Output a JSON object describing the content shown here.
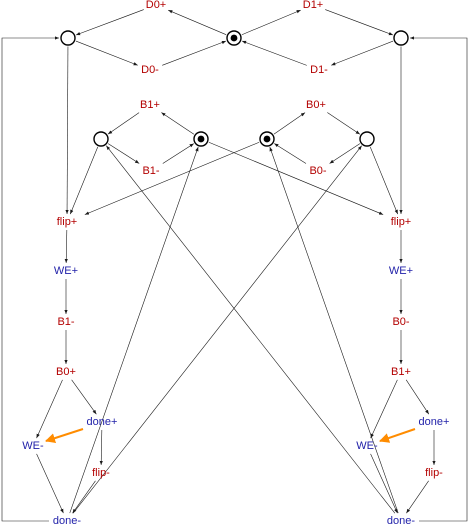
{
  "colors": {
    "red": "#b30000",
    "blue": "#1f1fa8",
    "arc": "#1a1a1a",
    "highlight": "#ff8c00"
  },
  "transitions": [
    {
      "id": "D0p",
      "label": "D0+",
      "color": "red"
    },
    {
      "id": "D0m",
      "label": "D0-",
      "color": "red"
    },
    {
      "id": "D1p",
      "label": "D1+",
      "color": "red"
    },
    {
      "id": "D1m",
      "label": "D1-",
      "color": "red"
    },
    {
      "id": "B1pT",
      "label": "B1+",
      "color": "red"
    },
    {
      "id": "B1mT",
      "label": "B1-",
      "color": "red"
    },
    {
      "id": "B0pT",
      "label": "B0+",
      "color": "red"
    },
    {
      "id": "B0mT",
      "label": "B0-",
      "color": "red"
    },
    {
      "id": "flipL",
      "label": "flip+",
      "color": "red"
    },
    {
      "id": "WEpL",
      "label": "WE+",
      "color": "blue"
    },
    {
      "id": "B1mL",
      "label": "B1-",
      "color": "red"
    },
    {
      "id": "B0pL",
      "label": "B0+",
      "color": "red"
    },
    {
      "id": "doneL",
      "label": "done+",
      "color": "blue"
    },
    {
      "id": "WEmL",
      "label": "WE-",
      "color": "blue"
    },
    {
      "id": "flipmL",
      "label": "flip-",
      "color": "red"
    },
    {
      "id": "donemL",
      "label": "done-",
      "color": "blue"
    },
    {
      "id": "flipR",
      "label": "flip+",
      "color": "red"
    },
    {
      "id": "WEpR",
      "label": "WE+",
      "color": "blue"
    },
    {
      "id": "B0mR",
      "label": "B0-",
      "color": "red"
    },
    {
      "id": "B1pR",
      "label": "B1+",
      "color": "red"
    },
    {
      "id": "doneR",
      "label": "done+",
      "color": "blue"
    },
    {
      "id": "WEmR",
      "label": "WE-",
      "color": "blue"
    },
    {
      "id": "flipmR",
      "label": "flip-",
      "color": "red"
    },
    {
      "id": "donemR",
      "label": "done-",
      "color": "blue"
    }
  ],
  "places": [
    {
      "id": "PD0",
      "marked": false
    },
    {
      "id": "PDc",
      "marked": true
    },
    {
      "id": "PD1",
      "marked": false
    },
    {
      "id": "PB1a",
      "marked": false
    },
    {
      "id": "PB1b",
      "marked": true
    },
    {
      "id": "PB0b",
      "marked": true
    },
    {
      "id": "PB0a",
      "marked": false
    }
  ],
  "arcs": [
    [
      "D0p",
      "PD0"
    ],
    [
      "PD0",
      "D0m"
    ],
    [
      "PDc",
      "D0p"
    ],
    [
      "D0m",
      "PDc"
    ],
    [
      "PDc",
      "D1p"
    ],
    [
      "D1p",
      "PD1"
    ],
    [
      "PD1",
      "D1m"
    ],
    [
      "D1m",
      "PDc"
    ],
    [
      "B1pT",
      "PB1a"
    ],
    [
      "PB1a",
      "B1mT"
    ],
    [
      "B1mT",
      "PB1b"
    ],
    [
      "PB1b",
      "B1pT"
    ],
    [
      "PB0b",
      "B0pT"
    ],
    [
      "B0pT",
      "PB0a"
    ],
    [
      "PB0a",
      "B0mT"
    ],
    [
      "B0mT",
      "PB0b"
    ],
    [
      "PD0",
      "flipL"
    ],
    [
      "PB1a",
      "flipL"
    ],
    [
      "PB0b",
      "flipL"
    ],
    [
      "PD1",
      "flipR"
    ],
    [
      "PB0a",
      "flipR"
    ],
    [
      "PB1b",
      "flipR"
    ],
    [
      "flipL",
      "WEpL"
    ],
    [
      "WEpL",
      "B1mL"
    ],
    [
      "B1mL",
      "B0pL"
    ],
    [
      "B0pL",
      "doneL"
    ],
    [
      "B0pL",
      "WEmL"
    ],
    [
      "doneL",
      "flipmL"
    ],
    [
      "WEmL",
      "donemL"
    ],
    [
      "flipmL",
      "donemL"
    ],
    [
      "flipR",
      "WEpR"
    ],
    [
      "WEpR",
      "B0mR"
    ],
    [
      "B0mR",
      "B1pR"
    ],
    [
      "B1pR",
      "doneR"
    ],
    [
      "B1pR",
      "WEmR"
    ],
    [
      "doneR",
      "flipmR"
    ],
    [
      "WEmR",
      "donemR"
    ],
    [
      "flipmR",
      "donemR"
    ],
    [
      "donemL",
      "PB1b"
    ],
    [
      "donemL",
      "PB0a"
    ],
    [
      "donemR",
      "PB1a"
    ],
    [
      "donemR",
      "PB0b"
    ]
  ],
  "feedback": [
    {
      "from": "donemL",
      "to": "PD0",
      "side": "left"
    },
    {
      "from": "donemR",
      "to": "PD1",
      "side": "right"
    }
  ],
  "highlighted_arcs": [
    [
      "doneL",
      "WEmL"
    ],
    [
      "doneR",
      "WEmR"
    ]
  ]
}
